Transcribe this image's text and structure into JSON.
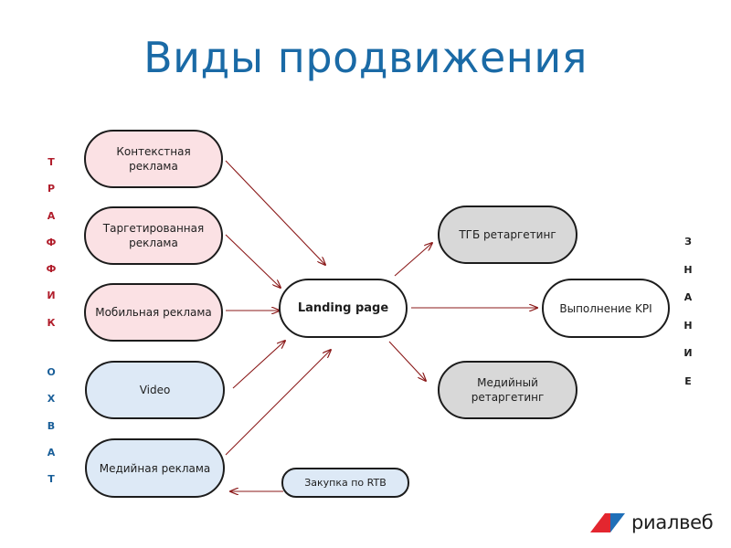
{
  "slide": {
    "title": "Виды продвижения"
  },
  "left_column": {
    "contextual": "Контекстная реклама",
    "targeted": "Таргетированная реклама",
    "mobile": "Мобильная реклама",
    "video": "Video",
    "media": "Медийная реклама"
  },
  "center": {
    "landing": "Landing page",
    "rtb": "Закупка по RTB"
  },
  "right_column": {
    "tgb_retargeting": "ТГБ ретаргетинг",
    "kpi": "Выполнение KPI",
    "media_retargeting": "Медийный ретаргетинг"
  },
  "side_labels": {
    "traffic": [
      "Т",
      "Р",
      "А",
      "Ф",
      "Ф",
      "И",
      "К"
    ],
    "reach": [
      "О",
      "Х",
      "В",
      "А",
      "Т"
    ],
    "knowledge": [
      "З",
      "Н",
      "А",
      "Н",
      "И",
      "Е"
    ]
  },
  "logo": {
    "text": "риалвеб"
  },
  "colors": {
    "title": "#1a6aa6",
    "arrow": "#8b1a1a",
    "pink_fill": "#fbe1e4",
    "blue_fill": "#dde9f6",
    "grey_fill": "#d8d8d8",
    "traffic_letters": "#b11e2c",
    "reach_letters": "#1a5f99",
    "logo_red": "#e3262f",
    "logo_blue": "#1f6fb8"
  }
}
